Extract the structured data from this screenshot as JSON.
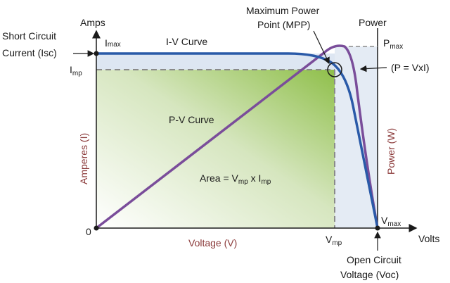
{
  "axes": {
    "y_left_title": "Amps",
    "y_right_title": "Power",
    "x_right_title": "Volts",
    "origin": "0",
    "x_axis_label": "Voltage (V)",
    "y_left_label": "Amperes (I)",
    "y_right_label": "Power (W)"
  },
  "labels": {
    "imax": {
      "main": "I",
      "sub": "max"
    },
    "imp": {
      "main": "I",
      "sub": "mp"
    },
    "pmax": {
      "main": "P",
      "sub": "max"
    },
    "vmp": {
      "main": "V",
      "sub": "mp"
    },
    "vmax": {
      "main": "V",
      "sub": "max"
    },
    "short_circuit_line1": "Short Circuit",
    "short_circuit_line2": "Current (Isc)",
    "open_circuit_line1": "Open Circuit",
    "open_circuit_line2": "Voltage (Voc)",
    "mpp_line1": "Maximum Power",
    "mpp_line2": "Point (MPP)",
    "pvi": "(P = VxI)",
    "iv_curve": "I-V Curve",
    "pv_curve": "P-V Curve",
    "area": {
      "prefix": "Area = V",
      "sub1": "mp",
      "mid": " x I",
      "sub2": "mp"
    }
  },
  "colors": {
    "iv_curve": "#2a5aa8",
    "pv_curve": "#7a4d9a",
    "dashed": "#8a8a8a",
    "area_green": "#8fbf4a",
    "region_blue": "#dde6f2",
    "axis_label_red": "#8b3a3a"
  }
}
